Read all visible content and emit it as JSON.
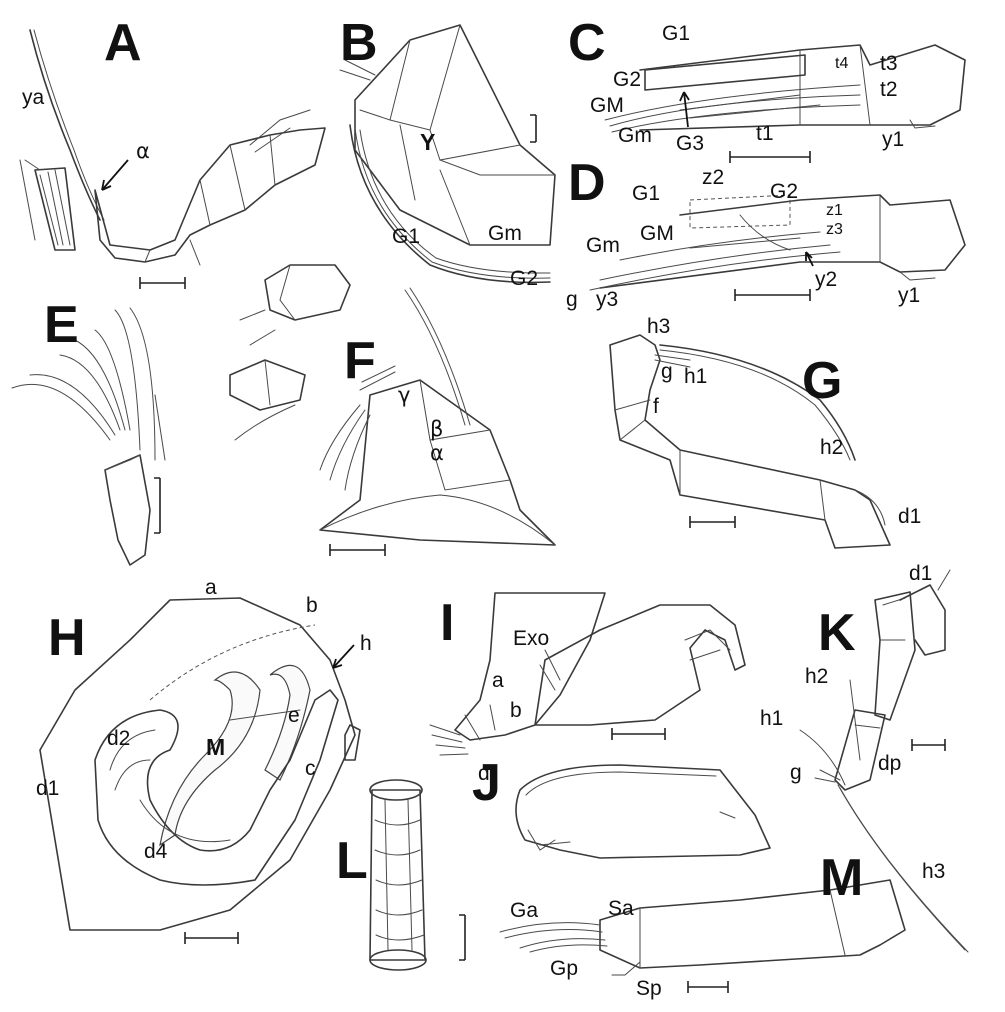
{
  "panels": {
    "A": {
      "letter": "A",
      "labels": {
        "ya": "ya",
        "alpha": "α"
      }
    },
    "B": {
      "letter": "B",
      "labels": {
        "Y": "Y",
        "G1": "G1",
        "Gm": "Gm",
        "G2": "G2"
      }
    },
    "C": {
      "letter": "C",
      "labels": {
        "G1": "G1",
        "G2": "G2",
        "GM": "GM",
        "Gm": "Gm",
        "G3": "G3",
        "t1": "t1",
        "t2": "t2",
        "t3": "t3",
        "t4": "t4",
        "y1": "y1"
      }
    },
    "D": {
      "letter": "D",
      "labels": {
        "G1": "G1",
        "z2": "z2",
        "G2": "G2",
        "z1": "z1",
        "z3": "z3",
        "GM": "GM",
        "Gm": "Gm",
        "g": "g",
        "y3": "y3",
        "y2": "y2",
        "y1": "y1"
      }
    },
    "E": {
      "letter": "E"
    },
    "F": {
      "letter": "F",
      "labels": {
        "gamma": "γ",
        "beta": "β",
        "alpha": "α"
      }
    },
    "G": {
      "letter": "G",
      "labels": {
        "h3": "h3",
        "g": "g",
        "h1": "h1",
        "f": "f",
        "h2": "h2",
        "d1": "d1"
      }
    },
    "H": {
      "letter": "H",
      "labels": {
        "a": "a",
        "b": "b",
        "h": "h",
        "e": "e",
        "M": "M",
        "c": "c",
        "d2": "d2",
        "d1": "d1",
        "d4": "d4"
      }
    },
    "I": {
      "letter": "I",
      "labels": {
        "Exo": "Exo",
        "a": "a",
        "b": "b",
        "d": "d"
      }
    },
    "J": {
      "letter": "J"
    },
    "K": {
      "letter": "K",
      "labels": {
        "d1": "d1",
        "h2": "h2",
        "h1": "h1",
        "g": "g",
        "dp": "dp",
        "h3": "h3"
      }
    },
    "L": {
      "letter": "L"
    },
    "M": {
      "letter": "M",
      "labels": {
        "Ga": "Ga",
        "Sa": "Sa",
        "Gp": "Gp",
        "Sp": "Sp"
      }
    }
  }
}
